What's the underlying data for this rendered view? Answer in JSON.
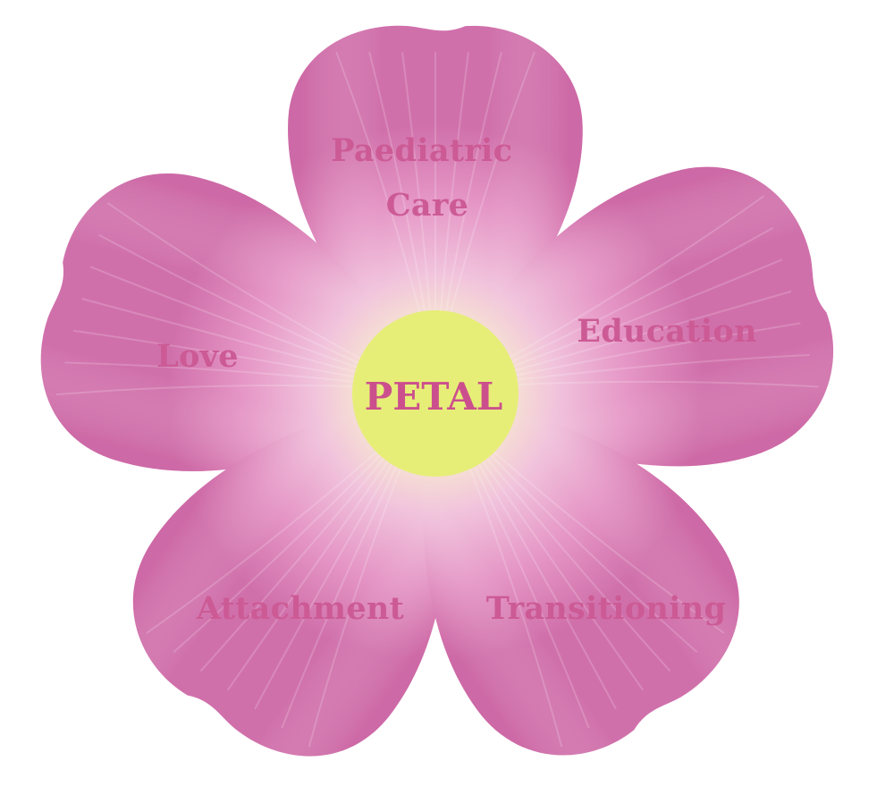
{
  "diagram": {
    "center": {
      "label": "PETAL",
      "fill": "#e6ee78",
      "text_color": "#cc4f8d"
    },
    "petals": [
      {
        "id": "paediatric-care",
        "lines": [
          "Paediatric",
          "Care"
        ]
      },
      {
        "id": "education",
        "lines": [
          "Education"
        ]
      },
      {
        "id": "transitioning",
        "lines": [
          "Transitioning"
        ]
      },
      {
        "id": "attachment",
        "lines": [
          "Attachment"
        ]
      },
      {
        "id": "love",
        "lines": [
          "Love"
        ]
      }
    ],
    "colors": {
      "petal_pink": "#e38fc3",
      "petal_edge": "#c9609f",
      "petal_inner": "#faf3d4",
      "label_color": "#cc5a95"
    }
  }
}
